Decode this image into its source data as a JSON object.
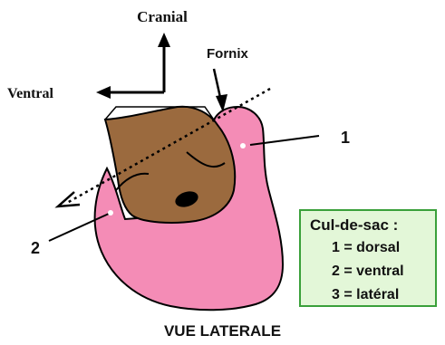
{
  "axes": {
    "cranial": "Cranial",
    "ventral": "Ventral"
  },
  "fornix_label": "Fornix",
  "numbers": {
    "n1": "1",
    "n2": "2"
  },
  "legend": {
    "title": "Cul-de-sac :",
    "items": [
      "1 = dorsal",
      "2 = ventral",
      "3 = latéral"
    ]
  },
  "caption": "VUE LATERALE",
  "colors": {
    "vagina": "#f48cb6",
    "cervix": "#9b6a3e",
    "legend_bg": "#e3f7d8",
    "legend_border": "#3aa03a"
  }
}
